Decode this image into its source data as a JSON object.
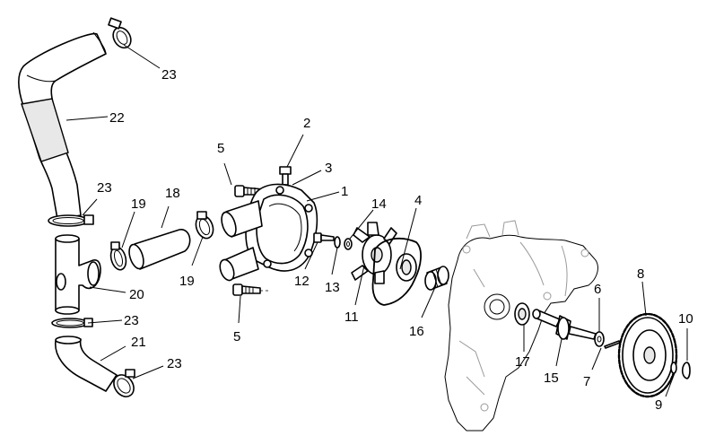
{
  "callouts": {
    "c23a": "23",
    "c22": "22",
    "c23b": "23",
    "c19a": "19",
    "c18": "18",
    "c19b": "19",
    "c20": "20",
    "c23c": "23",
    "c21": "21",
    "c23d": "23",
    "c5a": "5",
    "c5b": "5",
    "c2": "2",
    "c3": "3",
    "c1": "1",
    "c14": "14",
    "c12": "12",
    "c13": "13",
    "c11": "11",
    "c4": "4",
    "c16": "16",
    "c17": "17",
    "c15": "15",
    "c6": "6",
    "c7": "7",
    "c8": "8",
    "c9": "9",
    "c10": "10"
  }
}
